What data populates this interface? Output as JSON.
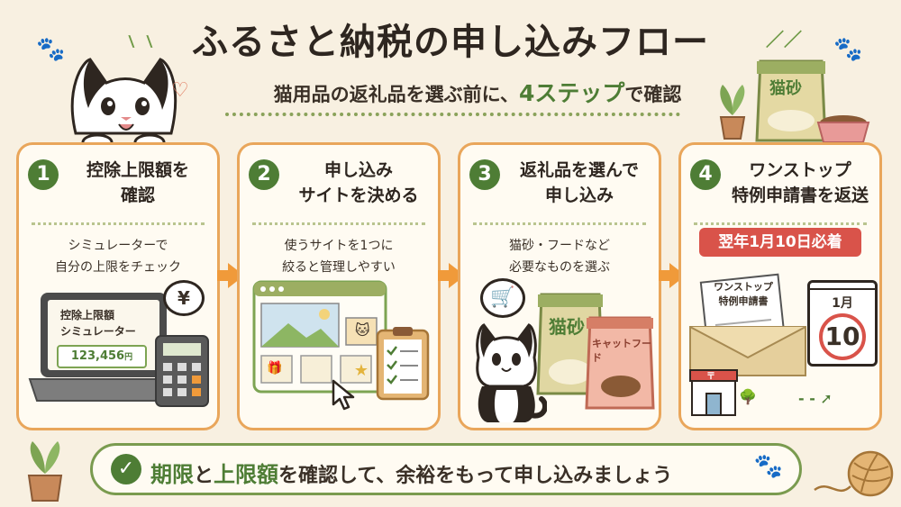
{
  "title": "ふるさと納税の申し込みフロー",
  "subtitle": {
    "prefix": "猫用品の返礼品を選ぶ前に、",
    "highlight": "4ステップ",
    "suffix": "で確認"
  },
  "colors": {
    "background": "#f8f0e1",
    "card_border": "#e9a65b",
    "accent_green": "#4e7d35",
    "arrow": "#f09a3a",
    "deadline_red": "#d9534a"
  },
  "decor": {
    "litter_bag_label": "猫砂"
  },
  "steps": [
    {
      "number": "1",
      "title_line1": "控除上限額を",
      "title_line2": "確認",
      "desc_line1": "シミュレーターで",
      "desc_line2": "自分の上限をチェック",
      "illustration": {
        "screen_line1": "控除上限額",
        "screen_line2": "シミュレーター",
        "amount": "123,456",
        "amount_unit": "円",
        "bubble_symbol": "¥"
      }
    },
    {
      "number": "2",
      "title_line1": "申し込み",
      "title_line2": "サイトを決める",
      "desc_line1": "使うサイトを1つに",
      "desc_line2": "絞ると管理しやすい"
    },
    {
      "number": "3",
      "title_line1": "返礼品を選んで",
      "title_line2": "申し込み",
      "desc_line1": "猫砂・フードなど",
      "desc_line2": "必要なものを選ぶ",
      "illustration": {
        "bag1_label": "猫砂",
        "bag2_label": "キャットフード"
      }
    },
    {
      "number": "4",
      "title_line1": "ワンストップ",
      "title_line2": "特例申請書を返送",
      "deadline": "翌年1月10日必着",
      "illustration": {
        "doc_line1": "ワンストップ",
        "doc_line2": "特例申請書",
        "calendar_month": "1月",
        "calendar_day": "10",
        "mailbox_symbol": "〒"
      }
    }
  ],
  "banner": {
    "check_symbol": "✓",
    "part1": "期限",
    "part2": "と",
    "part3": "上限額",
    "part4": "を確認して、余裕をもって申し込みましょう"
  }
}
